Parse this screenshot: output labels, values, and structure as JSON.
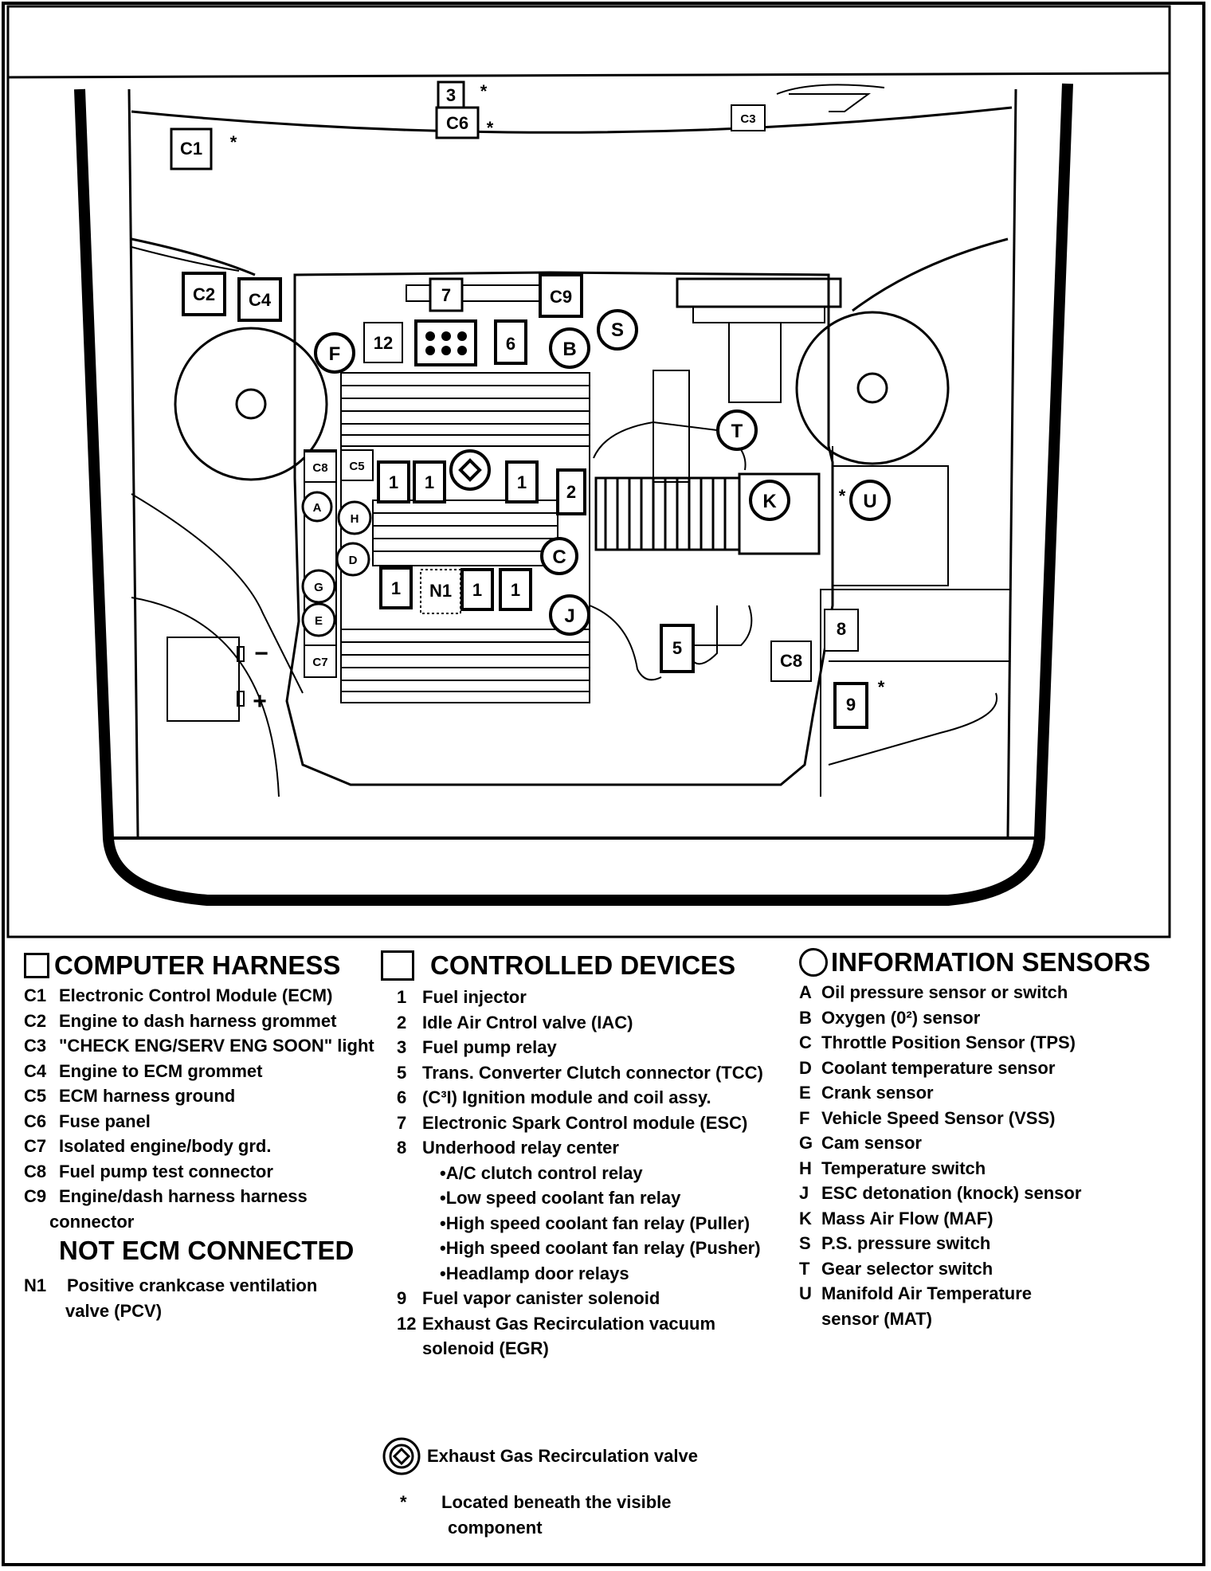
{
  "diagram": {
    "labels": {
      "c1": "C1",
      "c2": "C2",
      "c3": "C3",
      "c4": "C4",
      "c5": "C5",
      "c6": "C6",
      "c7": "C7",
      "c8_left": "C8",
      "c8_right": "C8",
      "c9": "C9",
      "n1": "N1",
      "d1a": "1",
      "d1b": "1",
      "d1c": "1",
      "d1d": "1",
      "d1e": "1",
      "d1f": "1",
      "d2": "2",
      "d3": "3",
      "d5": "5",
      "d6": "6",
      "d7": "7",
      "d8": "8",
      "d9": "9",
      "d12": "12",
      "sA": "A",
      "sB": "B",
      "sC": "C",
      "sD": "D",
      "sE": "E",
      "sF": "F",
      "sG": "G",
      "sH": "H",
      "sJ": "J",
      "sK": "K",
      "sS": "S",
      "sT": "T",
      "sU": "U",
      "star": "*",
      "minus": "−",
      "plus": "+"
    }
  },
  "legend": {
    "computer_harness": {
      "title": "COMPUTER HARNESS",
      "items": [
        {
          "key": "C1",
          "text": "Electronic Control Module (ECM)"
        },
        {
          "key": "C2",
          "text": "Engine to dash harness grommet"
        },
        {
          "key": "C3",
          "text": "\"CHECK ENG/SERV ENG SOON\" light"
        },
        {
          "key": "C4",
          "text": "Engine to ECM grommet"
        },
        {
          "key": "C5",
          "text": "ECM harness ground"
        },
        {
          "key": "C6",
          "text": "Fuse panel"
        },
        {
          "key": "C7",
          "text": "Isolated engine/body grd."
        },
        {
          "key": "C8",
          "text": "Fuel pump test connector"
        },
        {
          "key": "C9",
          "text": "Engine/dash harness harness"
        }
      ],
      "c9_cont": "connector"
    },
    "not_ecm": {
      "title": "NOT ECM CONNECTED",
      "key": "N1",
      "text": "Positive crankcase ventilation",
      "cont": "valve (PCV)"
    },
    "controlled_devices": {
      "title": "CONTROLLED DEVICES",
      "items": [
        {
          "key": "1",
          "text": "Fuel injector"
        },
        {
          "key": "2",
          "text": "Idle Air Cntrol valve (IAC)"
        },
        {
          "key": "3",
          "text": "Fuel pump relay"
        },
        {
          "key": "5",
          "text": "Trans. Converter Clutch connector (TCC)"
        },
        {
          "key": "6",
          "text": "(C³I) Ignition module and coil assy."
        },
        {
          "key": "7",
          "text": "Electronic Spark Control module (ESC)"
        },
        {
          "key": "8",
          "text": "Underhood relay center"
        }
      ],
      "relays": [
        "•A/C clutch control relay",
        "•Low speed coolant fan relay",
        "•High speed coolant fan relay (Puller)",
        "•High speed coolant fan relay (Pusher)",
        "•Headlamp door relays"
      ],
      "items2": [
        {
          "key": "9",
          "text": "Fuel vapor canister solenoid"
        },
        {
          "key": "12",
          "text": "Exhaust Gas Recirculation vacuum"
        }
      ],
      "d12_cont": "solenoid (EGR)"
    },
    "information_sensors": {
      "title": "INFORMATION SENSORS",
      "items": [
        {
          "key": "A",
          "text": "Oil pressure sensor or switch"
        },
        {
          "key": "B",
          "text": "Oxygen (0²) sensor"
        },
        {
          "key": "C",
          "text": "Throttle Position Sensor (TPS)"
        },
        {
          "key": "D",
          "text": "Coolant temperature sensor"
        },
        {
          "key": "E",
          "text": "Crank sensor"
        },
        {
          "key": "F",
          "text": "Vehicle Speed Sensor (VSS)"
        },
        {
          "key": "G",
          "text": "Cam sensor"
        },
        {
          "key": "H",
          "text": "Temperature switch"
        },
        {
          "key": "J",
          "text": "ESC detonation (knock) sensor"
        },
        {
          "key": "K",
          "text": "Mass Air Flow (MAF)"
        },
        {
          "key": "S",
          "text": "P.S. pressure switch"
        },
        {
          "key": "T",
          "text": "Gear selector switch"
        },
        {
          "key": "U",
          "text": "Manifold Air Temperature"
        }
      ],
      "u_cont": "sensor (MAT)"
    },
    "egr_note": "Exhaust Gas Recirculation valve",
    "star_key": "*",
    "star_note": "Located beneath the visible",
    "star_cont": "component"
  }
}
